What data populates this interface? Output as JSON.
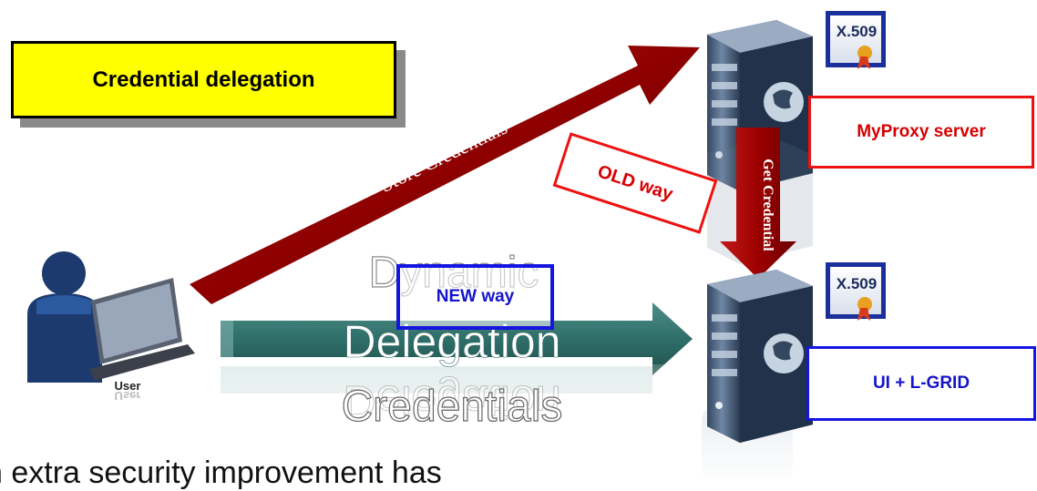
{
  "title": "Credential delegation",
  "nodes": {
    "myproxy": "MyProxy server",
    "uigrid": "UI + L-GRID",
    "user": "User",
    "certificate": "X.509"
  },
  "arrows": {
    "store": "Store Credentials",
    "get": "Get Credential"
  },
  "ways": {
    "old": "OLD way",
    "new": "NEW way"
  },
  "center_text": {
    "top": "Dynamic",
    "middle": "Delegation",
    "bottom": "Credentials"
  },
  "bottom_text": "n extra security improvement has",
  "colors": {
    "title_bg": "#ffff00",
    "red": "#d60000",
    "blue": "#1515c8",
    "store_arrow": "#8b0000",
    "new_arrow": "#2f6f6a"
  },
  "icons": [
    "server-icon",
    "certificate-icon",
    "user-laptop-icon"
  ]
}
